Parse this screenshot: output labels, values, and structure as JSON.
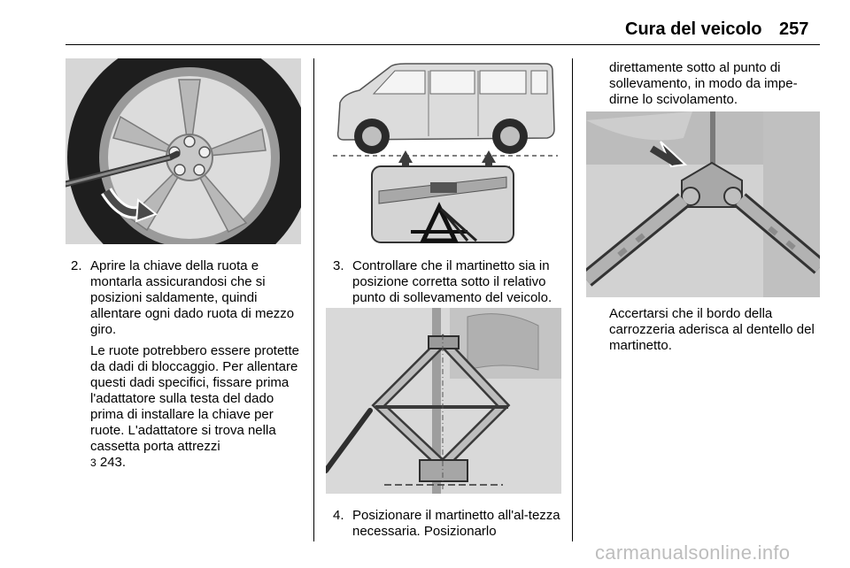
{
  "header": {
    "title": "Cura del veicolo",
    "page_number": "257"
  },
  "col1": {
    "step2": {
      "number": "2.",
      "text": "Aprire la chiave della ruota e montarla assicurandosi che si posizioni saldamente, quindi allentare ogni dado ruota di mezzo giro."
    },
    "note": "Le ruote potrebbero essere protette da dadi di bloccaggio. Per allentare questi dadi specifici, fissare prima l'adattatore sulla testa del dado prima di installare la chiave per ruote. L'adattatore si trova nella cassetta porta attrezzi",
    "ref_arrow": "3",
    "ref_page": "243."
  },
  "col2": {
    "step3": {
      "number": "3.",
      "text": "Controllare che il martinetto sia in posizione corretta sotto il relativo punto di sollevamento del veicolo."
    },
    "step4": {
      "number": "4.",
      "text": "Posizionare il martinetto all'al-tezza necessaria. Posizionarlo"
    }
  },
  "col3": {
    "continued_text": "direttamente sotto al punto di sollevamento, in modo da impe-dirne lo scivolamento.",
    "note": "Accertarsi che il bordo della carrozzeria aderisca al dentello del martinetto."
  },
  "watermark": "carmanualsonline.info",
  "figures": {
    "wheel": "wheel-wrench-figure",
    "van": "van-lifting-points-figure",
    "jack": "scissor-jack-figure",
    "jack_closeup": "jack-notch-closeup-figure"
  }
}
